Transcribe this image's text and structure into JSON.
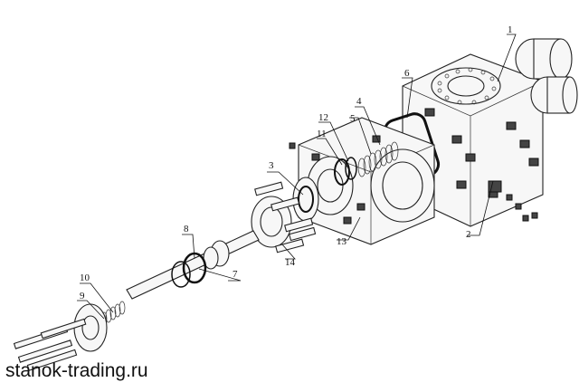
{
  "watermark": "stanok-trading.ru",
  "callouts": [
    {
      "id": "c1",
      "label": "1"
    },
    {
      "id": "c2",
      "label": "2"
    },
    {
      "id": "c3",
      "label": "3"
    },
    {
      "id": "c4",
      "label": "4"
    },
    {
      "id": "c5",
      "label": "5"
    },
    {
      "id": "c6",
      "label": "6"
    },
    {
      "id": "c7",
      "label": "7"
    },
    {
      "id": "c8",
      "label": "8"
    },
    {
      "id": "c9",
      "label": "9"
    },
    {
      "id": "c10",
      "label": "10"
    },
    {
      "id": "c11",
      "label": "11"
    },
    {
      "id": "c12",
      "label": "12"
    },
    {
      "id": "c13",
      "label": "13"
    },
    {
      "id": "c14",
      "label": "14"
    }
  ]
}
